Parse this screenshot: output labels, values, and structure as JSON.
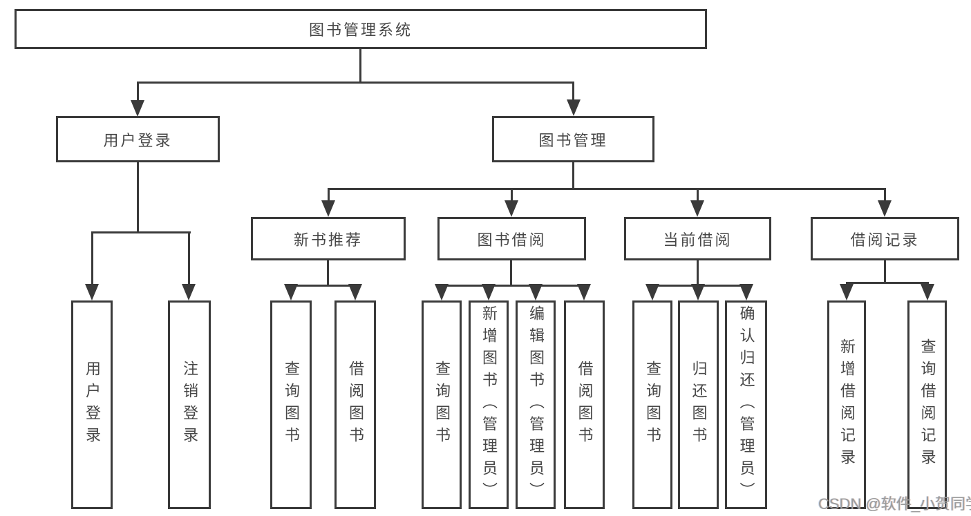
{
  "diagram": {
    "title": "图书管理系统",
    "root": {
      "label": "图书管理系统"
    },
    "level2": [
      {
        "id": "user-login",
        "label": "用户登录"
      },
      {
        "id": "book-management",
        "label": "图书管理"
      }
    ],
    "level3": [
      {
        "id": "new-book-recommend",
        "label": "新书推荐",
        "parent": "book-management"
      },
      {
        "id": "book-borrowing",
        "label": "图书借阅",
        "parent": "book-management"
      },
      {
        "id": "current-borrowing",
        "label": "当前借阅",
        "parent": "book-management"
      },
      {
        "id": "borrowing-records",
        "label": "借阅记录",
        "parent": "book-management"
      }
    ],
    "leaves": [
      {
        "id": "user-login-leaf",
        "label": "用户登录",
        "parent": "user-login"
      },
      {
        "id": "logout",
        "label": "注销登录",
        "parent": "user-login"
      },
      {
        "id": "query-books-recommend",
        "label": "查询图书",
        "parent": "new-book-recommend"
      },
      {
        "id": "borrow-books-recommend",
        "label": "借阅图书",
        "parent": "new-book-recommend"
      },
      {
        "id": "query-books-borrowing",
        "label": "查询图书",
        "parent": "book-borrowing"
      },
      {
        "id": "add-book-admin",
        "label": "新增图书（管理员）",
        "parent": "book-borrowing"
      },
      {
        "id": "edit-book-admin",
        "label": "编辑图书（管理员）",
        "parent": "book-borrowing"
      },
      {
        "id": "borrow-books-borrowing",
        "label": "借阅图书",
        "parent": "book-borrowing"
      },
      {
        "id": "query-books-current",
        "label": "查询图书",
        "parent": "current-borrowing"
      },
      {
        "id": "return-book",
        "label": "归还图书",
        "parent": "current-borrowing"
      },
      {
        "id": "confirm-return-admin",
        "label": "确认归还（管理员）",
        "parent": "current-borrowing"
      },
      {
        "id": "add-borrow-record",
        "label": "新增借阅记录",
        "parent": "borrowing-records"
      },
      {
        "id": "query-borrow-record",
        "label": "查询借阅记录",
        "parent": "borrowing-records"
      }
    ],
    "watermark": "CSDN @软件_小贺同学",
    "colors": {
      "line": "#3a3a3a",
      "text": "#474747",
      "background": "#ffffff",
      "watermark": "#9b9b9b"
    }
  }
}
